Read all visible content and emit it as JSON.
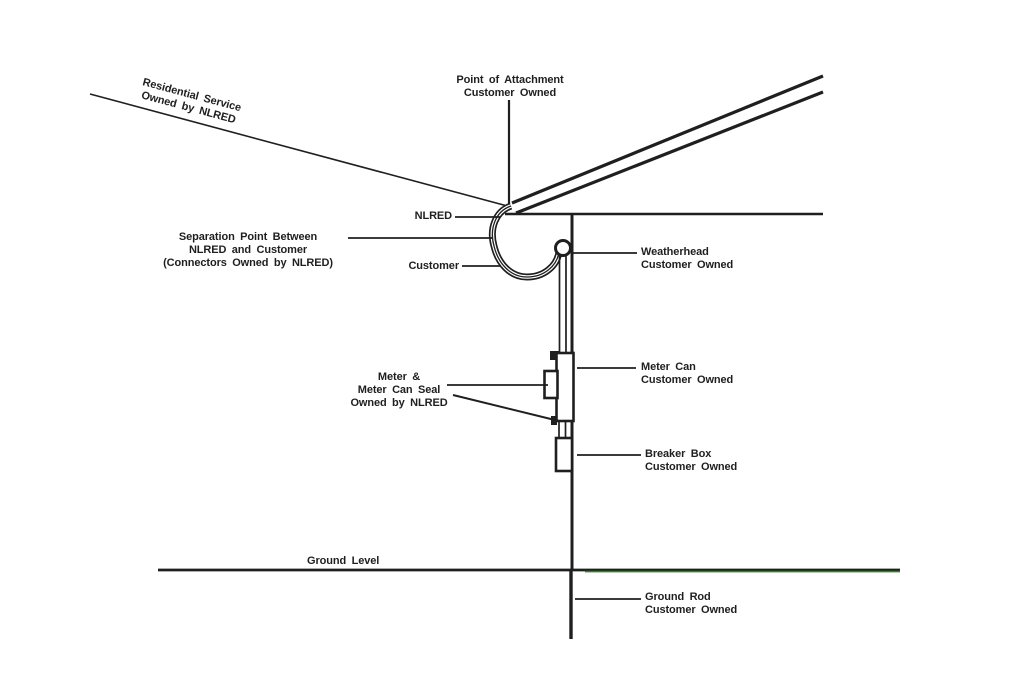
{
  "diagram": {
    "description": "Residential electric service ownership diagram (NLRED vs Customer)",
    "colors": {
      "ink": "#1f1f1f",
      "background": "#ffffff",
      "ground_line_green": "#3f7a35"
    }
  },
  "labels": {
    "residential_service": {
      "line1": "Residential Service",
      "line2": "Owned by NLRED"
    },
    "point_of_attachment": {
      "line1": "Point of Attachment",
      "line2": "Customer Owned"
    },
    "nlred": "NLRED",
    "separation_point": {
      "line1": "Separation Point Between",
      "line2": "NLRED and Customer",
      "line3": "(Connectors Owned by NLRED)"
    },
    "customer": "Customer",
    "weatherhead": {
      "line1": "Weatherhead",
      "line2": "Customer Owned"
    },
    "meter_can": {
      "line1": "Meter Can",
      "line2": "Customer Owned"
    },
    "meter_seal": {
      "line1": "Meter &",
      "line2": "Meter Can Seal",
      "line3": "Owned by NLRED"
    },
    "breaker_box": {
      "line1": "Breaker Box",
      "line2": "Customer Owned"
    },
    "ground_level": "Ground Level",
    "ground_rod": {
      "line1": "Ground Rod",
      "line2": "Customer Owned"
    }
  }
}
